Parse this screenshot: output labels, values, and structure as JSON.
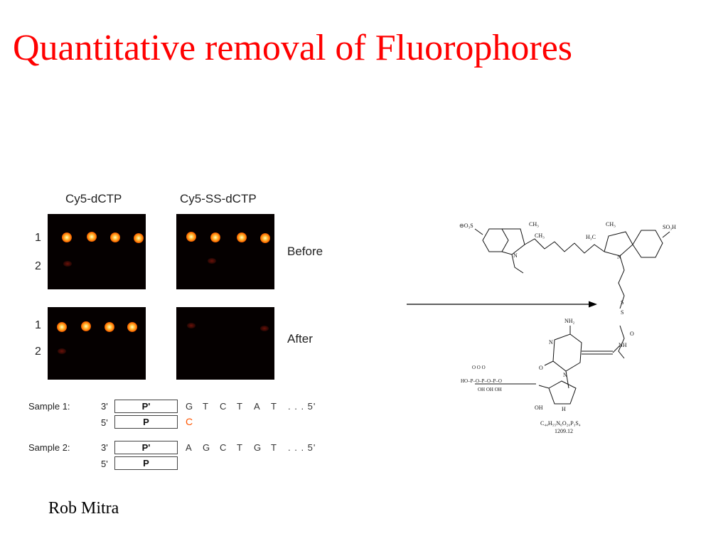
{
  "slide": {
    "title": "Quantitative removal of Fluorophores",
    "author": "Rob Mitra"
  },
  "gel": {
    "columns": [
      "Cy5-dCTP",
      "Cy5-SS-dCTP"
    ],
    "row_numbers": [
      "1",
      "2"
    ],
    "stages": [
      "Before",
      "After"
    ]
  },
  "samples": [
    {
      "label": "Sample 1:",
      "top_prime": "3'",
      "top_box": "P'",
      "top_seq": [
        "G",
        "T",
        "C",
        "T",
        "A",
        "T"
      ],
      "top_tail": ". . . 5'",
      "bottom_prime": "5'",
      "bottom_box": "P",
      "bottom_seq": "C",
      "bottom_seq_color": "#ff5500"
    },
    {
      "label": "Sample 2:",
      "top_prime": "3'",
      "top_box": "P'",
      "top_seq": [
        "A",
        "G",
        "C",
        "T",
        "G",
        "T"
      ],
      "top_tail": ". . . 5'",
      "bottom_prime": "5'",
      "bottom_box": "P"
    }
  ],
  "structure": {
    "labels": {
      "so3_left": "⊖O₃S",
      "ch3_a": "CH₃",
      "ch3_b": "CH₃",
      "ch3_c": "CH₃",
      "h3c": "H₃C",
      "so3h": "SO₃H",
      "n_plus": "N",
      "n_right": "N",
      "s1": "S",
      "s2": "S",
      "o_amide": "O",
      "nh": "NH",
      "nh2": "NH₂",
      "n_ring1": "N",
      "n_ring2": "N",
      "o_carbonyl": "O",
      "phosphates": "HO–P–O–P–O–P–O",
      "phosphate_oh": "OH   OH   OH",
      "phosphate_o": "O    O    O",
      "oh_sugar": "OH",
      "h_sugar": "H",
      "formula": "C₄₄H₅₅N₆O₂₀P₃S₄",
      "mass": "1209.12"
    }
  }
}
